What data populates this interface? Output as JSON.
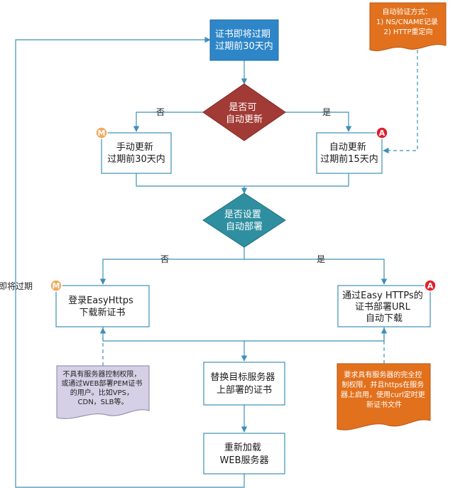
{
  "nodes": {
    "start": {
      "lines": [
        "证书即将过期",
        "过期前30天内"
      ]
    },
    "decision_auto_update": {
      "lines": [
        "是否可",
        "自动更新"
      ]
    },
    "manual_update": {
      "lines": [
        "手动更新",
        "过期前30天内"
      ],
      "badge": "M"
    },
    "auto_update": {
      "lines": [
        "自动更新",
        "过期前15天内"
      ],
      "badge": "A"
    },
    "decision_auto_deploy": {
      "lines": [
        "是否设置",
        "自动部署"
      ]
    },
    "manual_download": {
      "lines": [
        "登录EasyHttps",
        "下载新证书"
      ],
      "badge": "M"
    },
    "auto_download": {
      "lines": [
        "通过Easy HTTPs的",
        "证书部署URL",
        "自动下载"
      ],
      "badge": "A"
    },
    "replace_cert": {
      "lines": [
        "替换目标服务器",
        "上部署的证书"
      ]
    },
    "reload_server": {
      "lines": [
        "重新加载",
        "WEB服务器"
      ]
    }
  },
  "notes": {
    "verification": {
      "lines": [
        "自动验证方式：",
        "1) NS/CNAME记录",
        "2) HTTP重定向"
      ]
    },
    "manual_note": {
      "lines": [
        "不具有服务器控制权限，",
        "或通过WEB部署PEM证书",
        "的用户。比如VPS，",
        "CDN，SLB等。"
      ]
    },
    "auto_note": {
      "lines": [
        "要求具有服务器的完全控",
        "制权限，并且https在服务",
        "器上启用，使用curl定时更",
        "新证书文件"
      ]
    }
  },
  "edge_labels": {
    "no_1": "否",
    "yes_1": "是",
    "no_2": "否",
    "yes_2": "是",
    "loop": "即将过期"
  },
  "colors": {
    "blue_box": "#2e86c8",
    "decision_red": "#a23b36",
    "decision_teal": "#2f8fa0",
    "line": "#3d8fb8",
    "note_orange": "#e2711d",
    "note_purple": "#d6d0e6",
    "badge_m": "#f2a85b",
    "badge_a": "#e0202f"
  }
}
